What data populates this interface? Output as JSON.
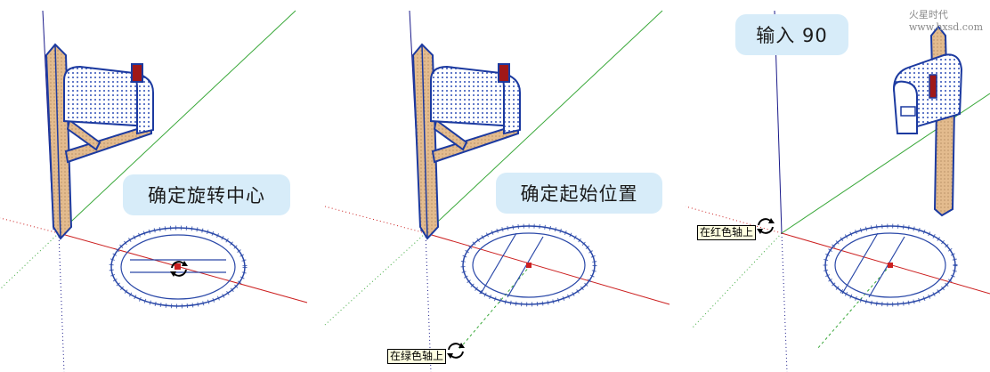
{
  "panels": [
    {
      "callout": "确定旋转中心"
    },
    {
      "callout": "确定起始位置",
      "tooltip": "在绿色轴上"
    },
    {
      "callout": "输入 90",
      "tooltip": "在红色轴上"
    }
  ],
  "watermark": "火星时代",
  "watermark_url": "www.hxsd.com",
  "colors": {
    "callout_bg": "#d7ecf9",
    "red_axis": "#cc2020",
    "green_axis": "#3aa83a",
    "blue_axis": "#1a1a8a",
    "protractor": "#2a48a8",
    "post": "#e0b88c",
    "mailbox_outline": "#1c3aa0"
  },
  "icons": [
    "rotate-cursor-icon",
    "protractor-icon",
    "mailbox-model"
  ]
}
